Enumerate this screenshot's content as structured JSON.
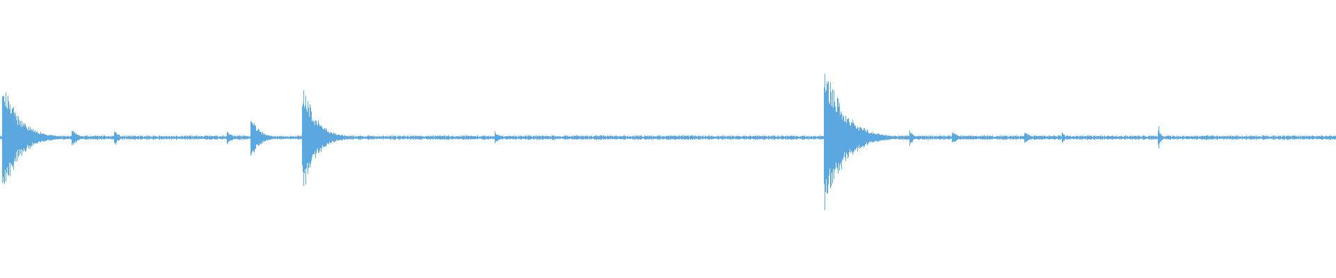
{
  "waveform": {
    "color": "#5ba8e0",
    "background": "#ffffff",
    "baseline_amplitude": 0.012,
    "transients": [
      {
        "t": 0.002,
        "peak": 0.46,
        "decay": 0.012
      },
      {
        "t": 0.054,
        "peak": 0.08,
        "decay": 0.004
      },
      {
        "t": 0.086,
        "peak": 0.06,
        "decay": 0.003
      },
      {
        "t": 0.17,
        "peak": 0.07,
        "decay": 0.003
      },
      {
        "t": 0.188,
        "peak": 0.18,
        "decay": 0.006
      },
      {
        "t": 0.2265,
        "peak": 0.42,
        "decay": 0.01
      },
      {
        "t": 0.3705,
        "peak": 0.05,
        "decay": 0.004
      },
      {
        "t": 0.617,
        "peak": 0.6,
        "decay": 0.014
      },
      {
        "t": 0.681,
        "peak": 0.06,
        "decay": 0.003
      },
      {
        "t": 0.713,
        "peak": 0.05,
        "decay": 0.004
      },
      {
        "t": 0.767,
        "peak": 0.05,
        "decay": 0.004
      },
      {
        "t": 0.795,
        "peak": 0.05,
        "decay": 0.002
      },
      {
        "t": 0.867,
        "peak": 0.09,
        "decay": 0.002
      },
      {
        "t": 0.98,
        "peak": 0.02,
        "decay": 0.002
      }
    ]
  }
}
